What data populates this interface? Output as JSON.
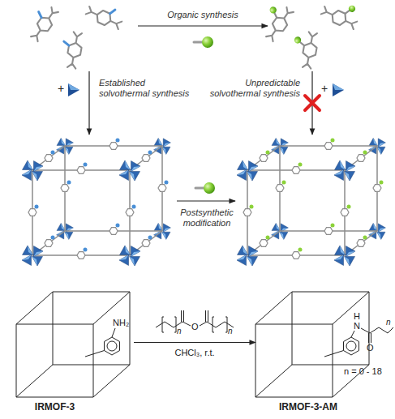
{
  "diagram": {
    "nodes": [
      {
        "text": [
          "IRMOF-3"
        ]
      },
      {
        "text": [
          "IRMOF-3-AM"
        ]
      }
    ],
    "edges": [
      {
        "from": 0,
        "to": 1,
        "arrow": "to",
        "label": "CHCl₃, r.t."
      }
    ],
    "labels": [
      "Organic synthesis",
      "+",
      "Established solvothermal synthesis",
      "Unpredictable solvothermal synthesis",
      "+",
      "Postsynthetic modification",
      "NH₂",
      "n",
      "O",
      "n",
      "H",
      "N",
      "O",
      "n",
      "n = 0 - 18"
    ]
  }
}
